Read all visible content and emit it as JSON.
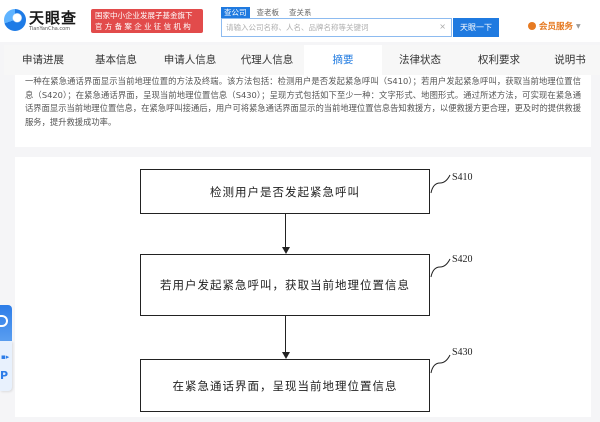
{
  "header": {
    "logo_title": "天眼查",
    "logo_subtitle": "TianYanCha.com",
    "promo_line1": "国家中小企业发展子基金旗下",
    "promo_line2": "官方备案企业征信机构",
    "search_tabs": [
      {
        "label": "查公司",
        "active": true
      },
      {
        "label": "查老板",
        "active": false
      },
      {
        "label": "查关系",
        "active": false
      }
    ],
    "search_placeholder": "请输入公司名称、人名、品牌名称等关键词",
    "search_value": "",
    "clear_icon": "×",
    "search_button": "天眼一下",
    "vip_label": "会员服务",
    "vip_caret": "▼"
  },
  "tabs": [
    {
      "label": "申请进展",
      "active": false
    },
    {
      "label": "基本信息",
      "active": false
    },
    {
      "label": "申请人信息",
      "active": false
    },
    {
      "label": "代理人信息",
      "active": false
    },
    {
      "label": "摘要",
      "active": true
    },
    {
      "label": "法律状态",
      "active": false
    },
    {
      "label": "权利要求",
      "active": false
    },
    {
      "label": "说明书",
      "active": false
    }
  ],
  "abstract": {
    "text": "一种在紧急通话界面显示当前地理位置的方法及终端。该方法包括：检测用户是否发起紧急呼叫（S410）；若用户发起紧急呼叫，获取当前地理位置信息（S420）；在紧急通话界面，呈现当前地理位置信息（S430）；呈现方式包括如下至少一种：文字形式、地图形式。通过所述方法，可实现在紧急通话界面显示当前地理位置信息，在紧急呼叫接通后，用户可将紧急通话界面显示的当前地理位置信息告知救援方，以便救援方更合理，更及时的提供救援服务，提升救援成功率。"
  },
  "figure": {
    "steps": [
      {
        "id": "S410",
        "text": "检测用户是否发起紧急呼叫"
      },
      {
        "id": "S420",
        "text": "若用户发起紧急呼叫，获取当前地理位置信息"
      },
      {
        "id": "S430",
        "text": "在紧急通话界面，呈现当前地理位置信息"
      }
    ]
  },
  "float_widget": {
    "bottom_label": "P"
  }
}
